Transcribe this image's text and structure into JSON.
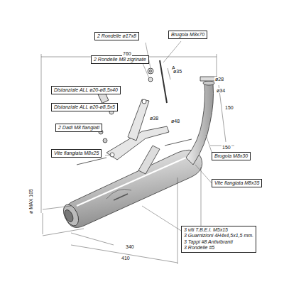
{
  "diagram": {
    "nodes": [
      {
        "text": [
          "2 Rondelle ø17x8"
        ]
      },
      {
        "text": [
          "Brugola M8x70"
        ]
      },
      {
        "text": [
          "2 Rondelle M8 zigrinate"
        ]
      },
      {
        "text": [
          "Distanziale ALL ø20-ø8,5x40"
        ]
      },
      {
        "text": [
          "Distanziale ALL ø20-ø8,5x5"
        ]
      },
      {
        "text": [
          "2 Dadi M8 flangiati"
        ]
      },
      {
        "text": [
          "Vite flangiata M8x25"
        ]
      },
      {
        "text": [
          "Brugola M8x30"
        ]
      },
      {
        "text": [
          "Vite flangiata M8x35"
        ]
      },
      {
        "text": [
          "3 viti T.B.E.I. M5x15",
          "3 Guarnizioni 4H4x4,5x1,5 mm.",
          "3 Tappi #8 Antivibranti",
          "3 Rondelle #5"
        ]
      }
    ],
    "labels": [
      "760",
      "A",
      "ø35",
      "ø28",
      "ø34",
      "150",
      "ø38",
      "ø48",
      "150",
      "340",
      "410",
      "ø MAX 105"
    ]
  }
}
